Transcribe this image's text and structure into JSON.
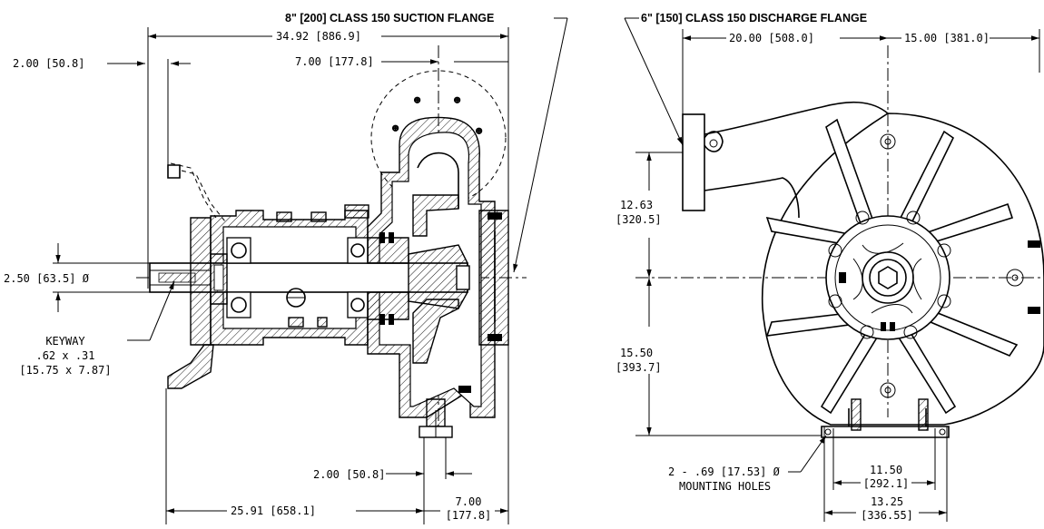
{
  "labels": {
    "suction_flange": "8\"  [200] CLASS 150 SUCTION FLANGE",
    "discharge_flange": "6\"  [150] CLASS 150 DISCHARGE FLANGE",
    "overall_length": "34.92 [886.9]",
    "shaft_extension": "2.00 [50.8]",
    "suction_offset": "7.00 [177.8]",
    "shaft_diameter": "2.50 [63.5] Ø",
    "keyway_title": "KEYWAY",
    "keyway_size": ".62 x .31",
    "keyway_metric": "[15.75 x 7.87]",
    "foot_width": "2.00 [50.8]",
    "foot_to_foot": "25.91 [658.1]",
    "foot_to_face": "7.00",
    "foot_to_face_metric": "[177.8]",
    "discharge_to_center": "20.00 [508.0]",
    "center_to_right": "15.00 [381.0]",
    "discharge_height": "12.63",
    "discharge_height_metric": "[320.5]",
    "center_height": "15.50",
    "center_height_metric": "[393.7]",
    "mounting_holes_a": "2 - .69 [17.53] Ø",
    "mounting_holes_b": "MOUNTING HOLES",
    "bolt_spacing": "11.50",
    "bolt_spacing_metric": "[292.1]",
    "base_width": "13.25",
    "base_width_metric": "[336.55]"
  }
}
